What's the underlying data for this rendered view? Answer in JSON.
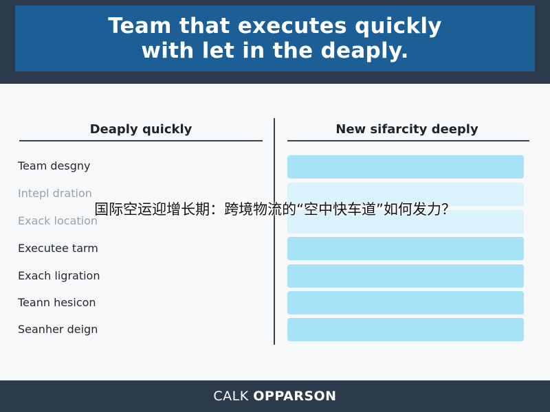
{
  "header": {
    "title_line1": "Team that executes quickly",
    "title_line2": "with let in the deaply."
  },
  "table": {
    "left_heading": "Deaply quickly",
    "right_heading": "New sifarcity deeply",
    "rows": [
      "Team desgny",
      "Intepl dration",
      "Exack location",
      "Executee tarm",
      "Exach ligration",
      "Teann hesicon",
      "Seanher deign"
    ]
  },
  "overlay": {
    "caption": "国际空运迎增长期：跨境物流的“空中快车道”如何发力？"
  },
  "footer": {
    "brand_part1": "CALK",
    "brand_part2": "OPPARSON"
  },
  "colors": {
    "header_band": "#2c3b4c",
    "title_box": "#1c5f96",
    "bar": "#a6e2f8"
  }
}
